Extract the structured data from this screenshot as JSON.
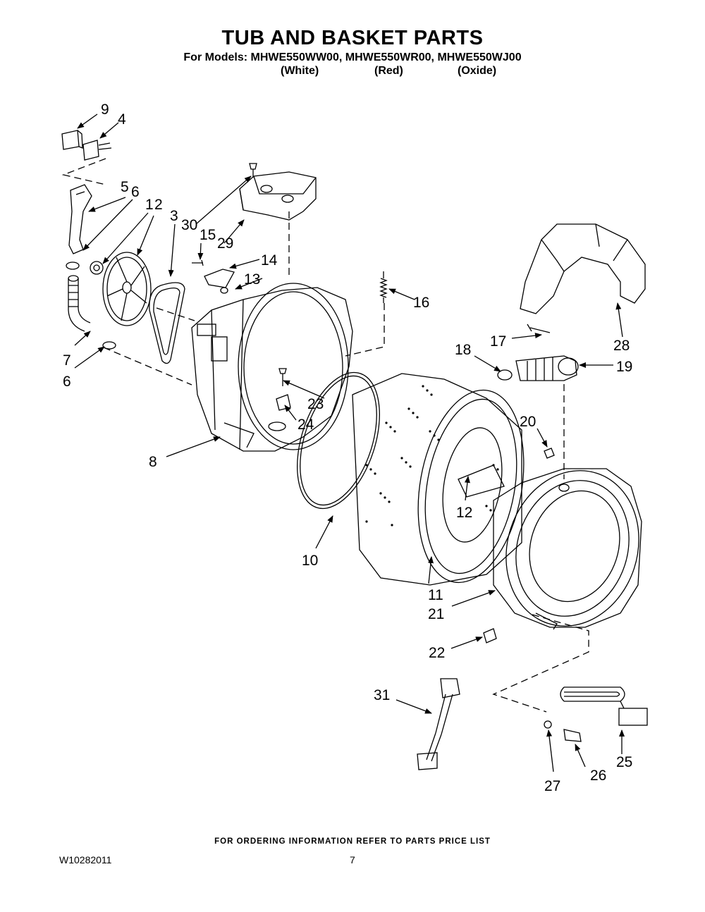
{
  "header": {
    "title": "TUB AND BASKET PARTS",
    "models": "For Models: MHWE550WW00, MHWE550WR00, MHWE550WJ00",
    "variants": [
      "(White)",
      "(Red)",
      "(Oxide)"
    ]
  },
  "callouts": {
    "c1": "1",
    "c2": "2",
    "c3": "3",
    "c4": "4",
    "c5": "5",
    "c6a": "6",
    "c6b": "6",
    "c7": "7",
    "c8": "8",
    "c9": "9",
    "c10": "10",
    "c11": "11",
    "c12": "12",
    "c13": "13",
    "c14": "14",
    "c15": "15",
    "c16": "16",
    "c17": "17",
    "c18": "18",
    "c19": "19",
    "c20": "20",
    "c21": "21",
    "c22": "22",
    "c23": "23",
    "c24": "24",
    "c25": "25",
    "c26": "26",
    "c27": "27",
    "c28": "28",
    "c29": "29",
    "c30": "30",
    "c31": "31"
  },
  "footer": {
    "note": "FOR ORDERING INFORMATION REFER TO PARTS PRICE LIST",
    "doc_id": "W10282011",
    "page": "7"
  }
}
